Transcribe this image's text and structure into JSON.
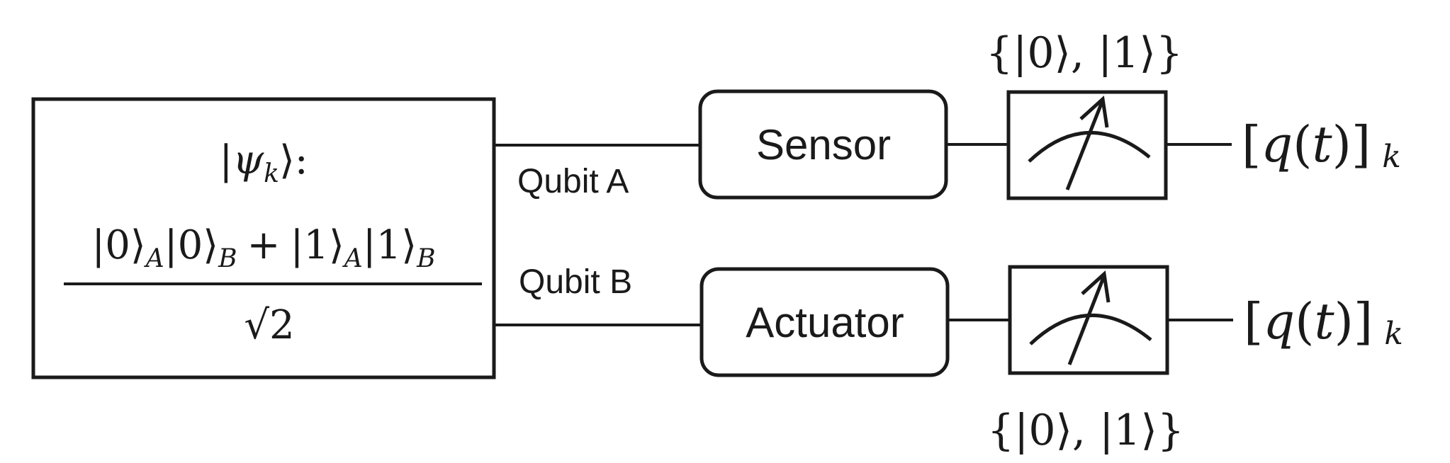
{
  "state": {
    "ket_label": "|ψ",
    "ket_sub": "k",
    "ket_close": "⟩:",
    "numerator": {
      "term1": "|0⟩",
      "term1_sub": "A",
      "term2": "|0⟩",
      "term2_sub": "B",
      "plus": "+",
      "term3": "|1⟩",
      "term3_sub": "A",
      "term4": "|1⟩",
      "term4_sub": "B"
    },
    "denominator": "√2"
  },
  "qubits": {
    "a_label": "Qubit A",
    "b_label": "Qubit B"
  },
  "blocks": {
    "sensor_label": "Sensor",
    "actuator_label": "Actuator"
  },
  "basis": {
    "top": "{|0⟩, |1⟩}",
    "bottom": "{|0⟩, |1⟩}"
  },
  "outputs": {
    "top": {
      "bracket_open": "[",
      "q": "q",
      "t_open": "(",
      "t": "t",
      "t_close": ")",
      "bracket_close": "]",
      "sub": "k"
    },
    "bottom": {
      "bracket_open": "[",
      "q": "q",
      "t_open": "(",
      "t": "t",
      "t_close": ")",
      "bracket_close": "]",
      "sub": "k"
    }
  },
  "colors": {
    "stroke": "#1a1a1a",
    "text": "#1a1a1a",
    "background": "#ffffff"
  }
}
